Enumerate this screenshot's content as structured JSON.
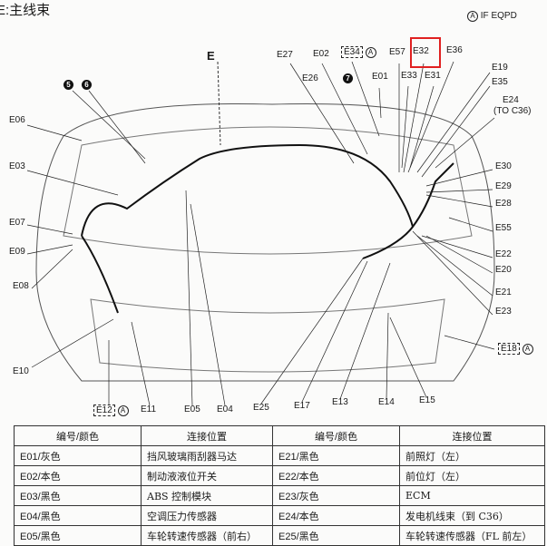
{
  "title": "E:主线束",
  "note": "IF EQPD",
  "note_symbol": "A",
  "main_label": "E",
  "callouts": {
    "c5": "5",
    "c6": "6",
    "c7": "7"
  },
  "labels": {
    "E27": "E27",
    "E02": "E02",
    "E34": "E34",
    "E57": "E57",
    "E32": "E32",
    "E36": "E36",
    "E26": "E26",
    "E01": "E01",
    "E33": "E33",
    "E31": "E31",
    "E19": "E19",
    "E35": "E35",
    "E24": "E24",
    "E24b": "(TO C36)",
    "E30": "E30",
    "E29": "E29",
    "E28": "E28",
    "E55": "E55",
    "E22": "E22",
    "E20": "E20",
    "E21": "E21",
    "E23": "E23",
    "E18": "E18",
    "E06": "E06",
    "E03": "E03",
    "E07": "E07",
    "E09": "E09",
    "E08": "E08",
    "E10": "E10",
    "E12": "E12",
    "E11": "E11",
    "E05": "E05",
    "E04": "E04",
    "E25": "E25",
    "E17": "E17",
    "E13": "E13",
    "E14": "E14",
    "E15": "E15"
  },
  "highlight_color": "#e02020",
  "table": {
    "headers": [
      "编号/颜色",
      "连接位置",
      "编号/颜色",
      "连接位置"
    ],
    "rows": [
      [
        "E01/灰色",
        "挡风玻璃雨刮器马达",
        "E21/黑色",
        "前照灯（左）"
      ],
      [
        "E02/本色",
        "制动液液位开关",
        "E22/本色",
        "前位灯（左）"
      ],
      [
        "E03/黑色",
        "ABS 控制模块",
        "E23/灰色",
        "ECM"
      ],
      [
        "E04/黑色",
        "空调压力传感器",
        "E24/本色",
        "发电机线束（到 C36）"
      ],
      [
        "E05/黑色",
        "车轮转速传感器（前右）",
        "E25/黑色",
        "车轮转速传感器（FL 前左）"
      ]
    ]
  }
}
